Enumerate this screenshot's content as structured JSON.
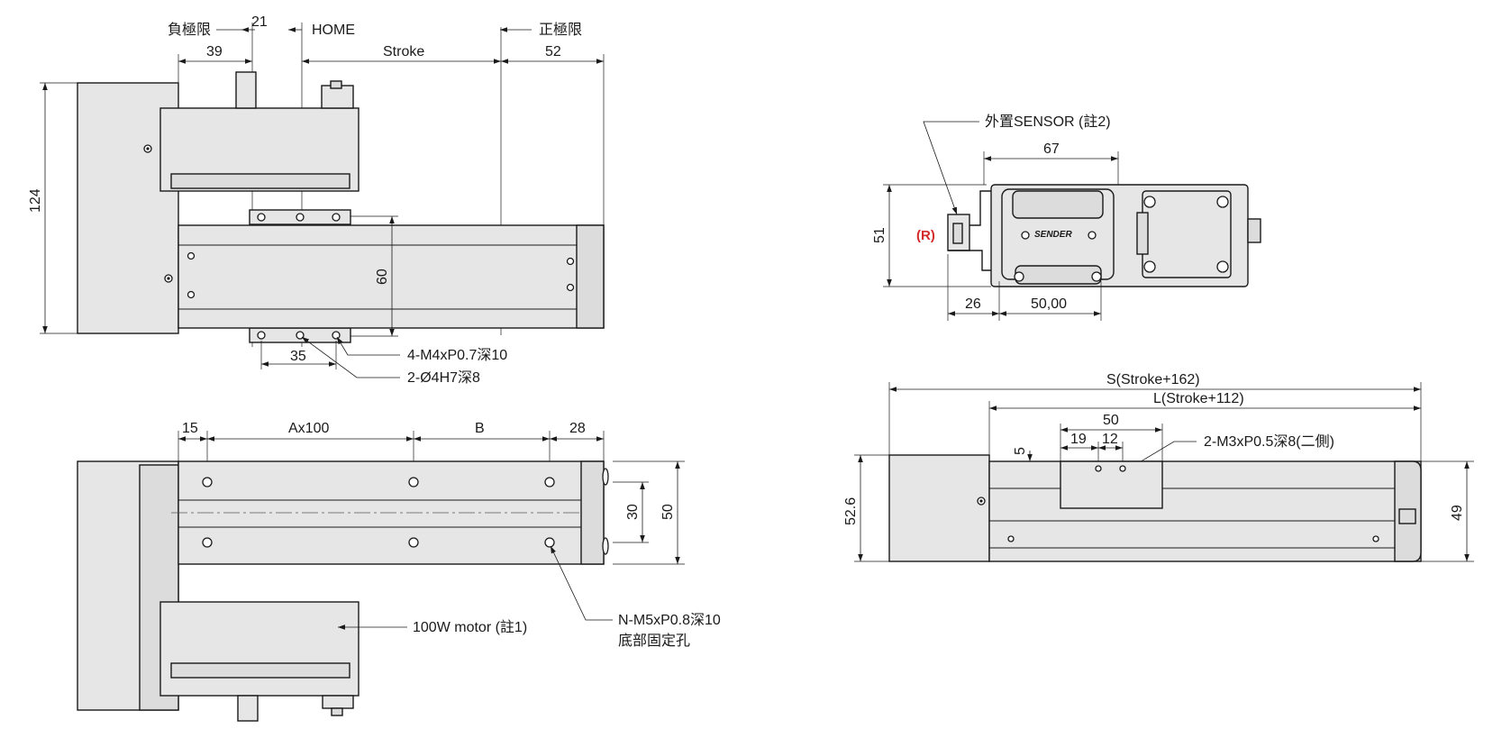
{
  "colors": {
    "line": "#1a1a1a",
    "body_fill": "#e6e6e6",
    "note_red": "#d42a2a",
    "background": "#ffffff"
  },
  "top_view": {
    "neg_limit": "負極限",
    "dim_21": "21",
    "home": "HOME",
    "pos_limit": "正極限",
    "dim_39": "39",
    "stroke": "Stroke",
    "dim_52": "52",
    "dim_124": "124",
    "dim_60": "60",
    "dim_35": "35",
    "note_tap": "4-M4xP0.7深10",
    "note_pin": "2-Ø4H7深8"
  },
  "bottom_view": {
    "dim_15": "15",
    "dim_ax100": "Ax100",
    "dim_b": "B",
    "dim_28": "28",
    "dim_30": "30",
    "dim_50": "50",
    "motor_note": "100W motor (註1)",
    "mount_note_line1": "N-M5xP0.8深10",
    "mount_note_line2": "底部固定孔"
  },
  "end_view": {
    "sensor_note": "外置SENSOR (註2)",
    "dim_67": "67",
    "dim_51": "51",
    "r_mark": "(R)",
    "dim_26": "26",
    "dim_50_00": "50,00",
    "plate_text": "SENDER"
  },
  "side_view": {
    "overall": "S(Stroke+162)",
    "length": "L(Stroke+112)",
    "dim_50": "50",
    "dim_5": "5",
    "dim_19": "19",
    "dim_12": "12",
    "tap_note": "2-M3xP0.5深8(二側)",
    "dim_52_6": "52.6",
    "dim_49": "49"
  }
}
